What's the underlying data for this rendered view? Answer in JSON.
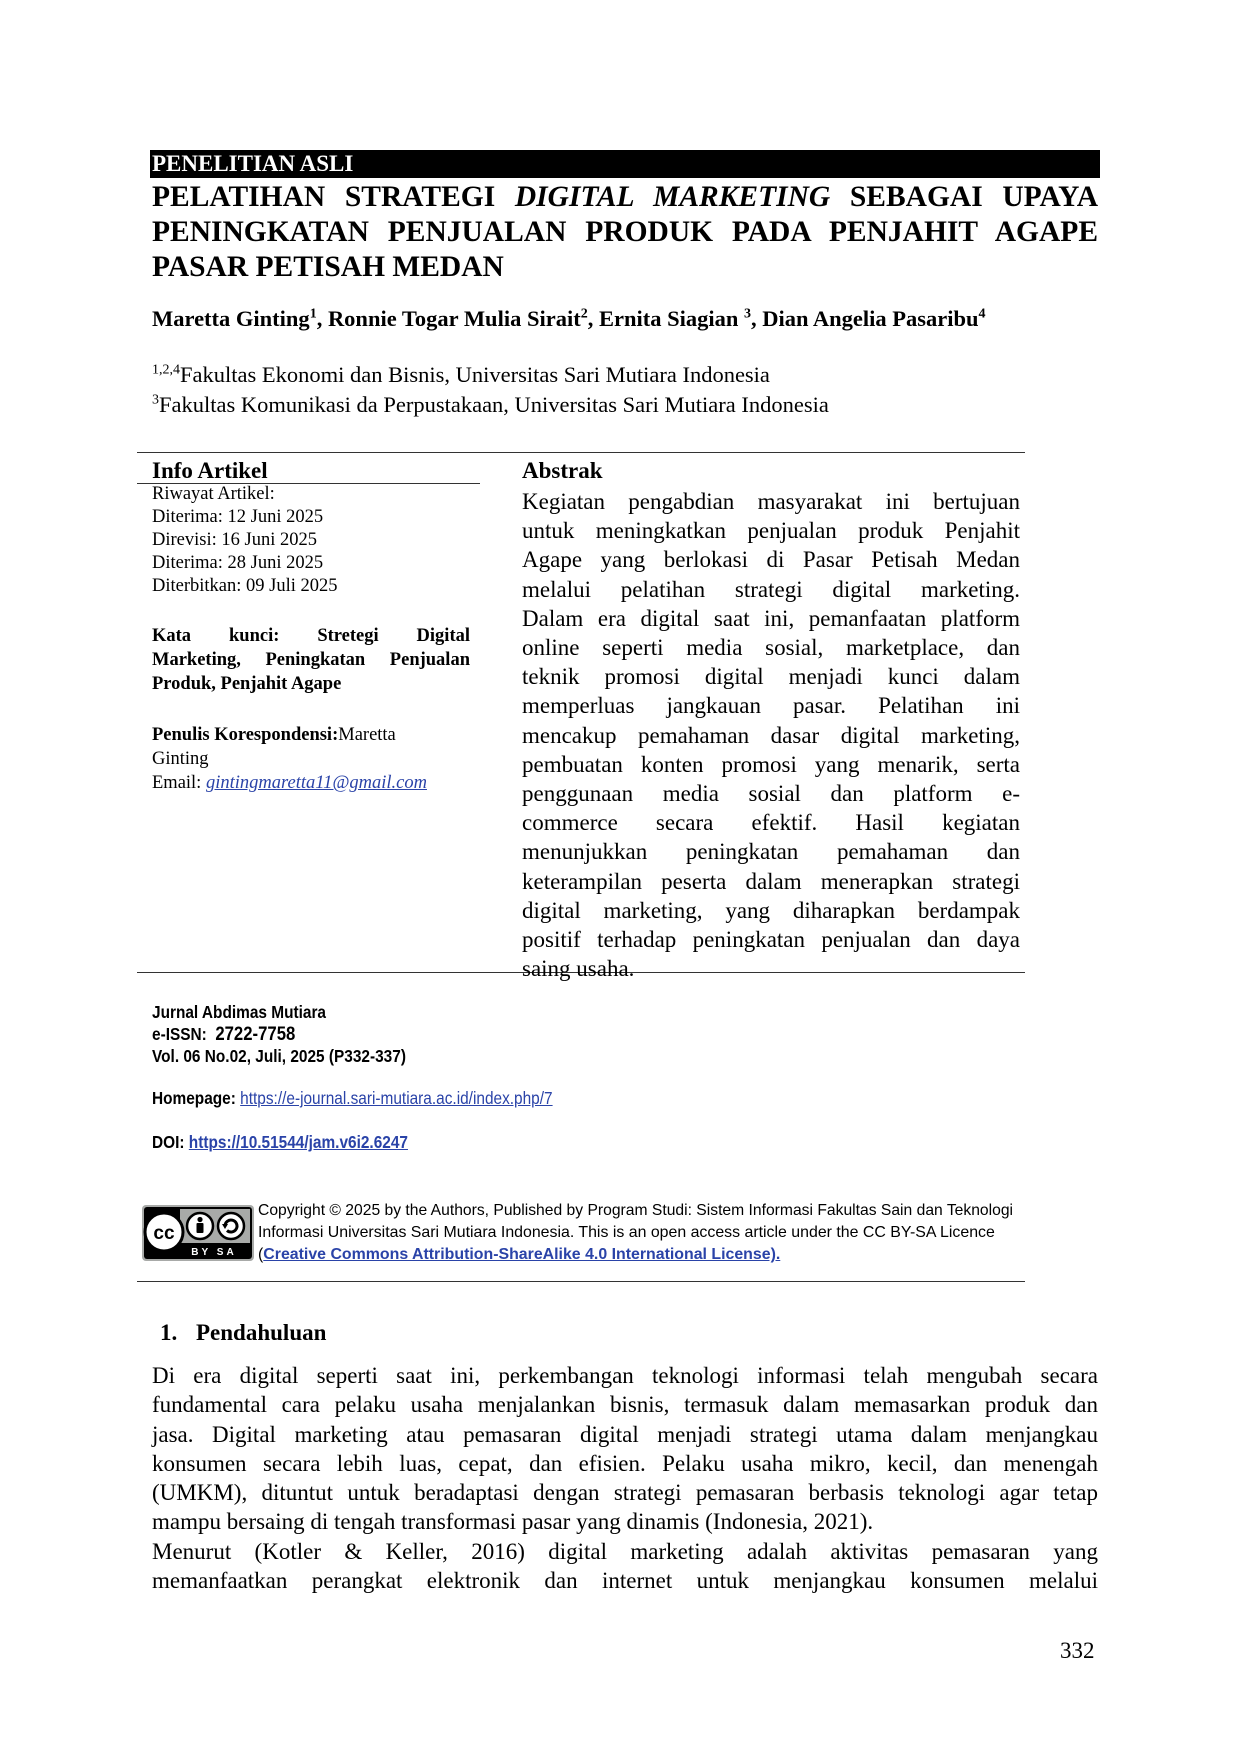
{
  "banner": "PENELITIAN ASLI",
  "title": {
    "line1_pre": "PELATIHAN STRATEGI ",
    "line1_italic": "DIGITAL MARKETING",
    "line1_post": " SEBAGAI UPAYA",
    "line2": "PENINGKATAN PENJUALAN PRODUK PADA PENJAHIT AGAPE",
    "line3": "PASAR PETISAH MEDAN"
  },
  "authors": [
    {
      "name": "Maretta Ginting",
      "sup": "1"
    },
    {
      "name": "Ronnie Togar Mulia Sirait",
      "sup": "2"
    },
    {
      "name": "Ernita Siagian ",
      "sup": "3"
    },
    {
      "name": "Dian Angelia Pasaribu",
      "sup": "4"
    }
  ],
  "affiliations": [
    {
      "sup": "1,2,4",
      "text": "Fakultas Ekonomi dan Bisnis, Universitas Sari Mutiara Indonesia"
    },
    {
      "sup": "3",
      "text": "Fakultas Komunikasi da Perpustakaan, Universitas Sari Mutiara Indonesia"
    }
  ],
  "info": {
    "heading": "Info Artikel",
    "history_label": "Riwayat Artikel:",
    "history": [
      "Diterima: 12 Juni 2025",
      "Direvisi: 16 Juni 2025",
      "Diterima: 28 Juni 2025",
      "Diterbitkan: 09 Juli 2025"
    ],
    "keywords_lines": [
      "Kata kunci: Stretegi Digital",
      "Marketing, Peningkatan Penjualan",
      "Produk, Penjahit Agape"
    ],
    "corr_label": "Penulis Korespondensi:",
    "corr_name_a": "Maretta",
    "corr_name_b": "Ginting",
    "email_label": "Email: ",
    "email": "gintingmaretta11@gmail.com"
  },
  "abstract": {
    "heading": "Abstrak",
    "lines": [
      "Kegiatan pengabdian masyarakat ini bertujuan",
      "untuk meningkatkan penjualan produk Penjahit",
      "Agape yang berlokasi di Pasar Petisah Medan",
      "melalui pelatihan strategi digital marketing.",
      "Dalam era digital saat ini, pemanfaatan platform",
      "online seperti media sosial, marketplace, dan",
      "teknik promosi digital menjadi kunci dalam",
      "memperluas jangkauan pasar. Pelatihan ini",
      "mencakup pemahaman dasar digital marketing,",
      "pembuatan konten promosi yang menarik, serta",
      "penggunaan media sosial dan platform e-",
      "commerce secara efektif. Hasil kegiatan",
      "menunjukkan peningkatan pemahaman dan",
      "keterampilan peserta dalam menerapkan strategi",
      "digital marketing, yang diharapkan berdampak",
      "positif terhadap peningkatan penjualan dan daya",
      "saing usaha."
    ]
  },
  "journal": {
    "name": "Jurnal Abdimas Mutiara",
    "issn_label": "e-ISSN:",
    "issn": "2722-7758",
    "volume": "Vol. 06 No.02, Juli, 2025 (P332-337)",
    "homepage_label": "Homepage:",
    "homepage": "https://e-journal.sari-mutiara.ac.id/index.php/7",
    "doi_label": "DOI:",
    "doi": "https://10.51544/jam.v6i2.6247"
  },
  "license": {
    "cc_label": "BY SA",
    "line1": "Copyright © 2025 by the Authors, Published by Program Studi: Sistem Informasi Fakultas Sain dan Teknologi",
    "line2": "Informasi Universitas Sari Mutiara Indonesia. This is an open access article under the CC BY-SA Licence",
    "line3_open": "(",
    "line3_link": "Creative Commons Attribution-ShareAlike 4.0 International License).",
    "colors": {
      "link": "#2a43a8"
    }
  },
  "section": {
    "number": "1.",
    "title": "Pendahuluan"
  },
  "body": {
    "lines": [
      "Di era digital seperti saat ini, perkembangan teknologi informasi telah mengubah secara",
      "fundamental cara pelaku usaha menjalankan bisnis, termasuk dalam memasarkan produk dan",
      "jasa. Digital marketing atau pemasaran digital menjadi strategi utama dalam menjangkau",
      "konsumen secara lebih luas, cepat, dan efisien. Pelaku usaha mikro, kecil, dan menengah",
      "(UMKM), dituntut untuk beradaptasi dengan strategi pemasaran berbasis teknologi agar tetap",
      "mampu bersaing di tengah transformasi pasar yang dinamis (Indonesia, 2021).",
      "Menurut (Kotler & Keller, 2016) digital marketing adalah aktivitas pemasaran yang",
      "memanfaatkan perangkat elektronik dan internet untuk menjangkau konsumen melalui"
    ]
  },
  "page_number": "332"
}
